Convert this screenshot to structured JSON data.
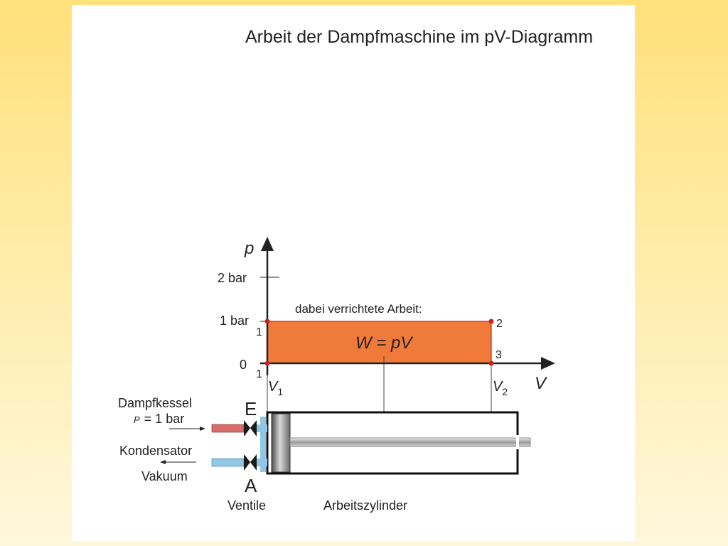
{
  "title": "Arbeit der Dampfmaschine im pV-Diagramm",
  "colors": {
    "work_area": "#f07a3a",
    "point": "#cc2222",
    "steam_pipe": "#d96b6b",
    "condenser_pipe": "#8fc8e6",
    "page_background": "#ffe9a0"
  },
  "axes": {
    "y_label": "p",
    "x_label": "V",
    "y_ticks": [
      "2 bar",
      "1 bar",
      "0"
    ],
    "v1_main": "V",
    "v1_sub": "1",
    "v2_main": "V",
    "v2_sub": "2"
  },
  "points": {
    "p1_top": "1",
    "p1_bottom": "1",
    "p2": "2",
    "p3": "3"
  },
  "work": {
    "caption": "dabei verrichtete Arbeit:",
    "formula": "W = pV"
  },
  "machine": {
    "boiler_label": "Dampfkessel",
    "pressure_symbol": "P",
    "pressure_value": "= 1 bar",
    "condenser_label": "Kondensator",
    "vacuum_label": "Vakuum",
    "inlet_valve": "E",
    "outlet_valve": "A",
    "valves_label": "Ventile",
    "cylinder_label": "Arbeitszylinder"
  }
}
